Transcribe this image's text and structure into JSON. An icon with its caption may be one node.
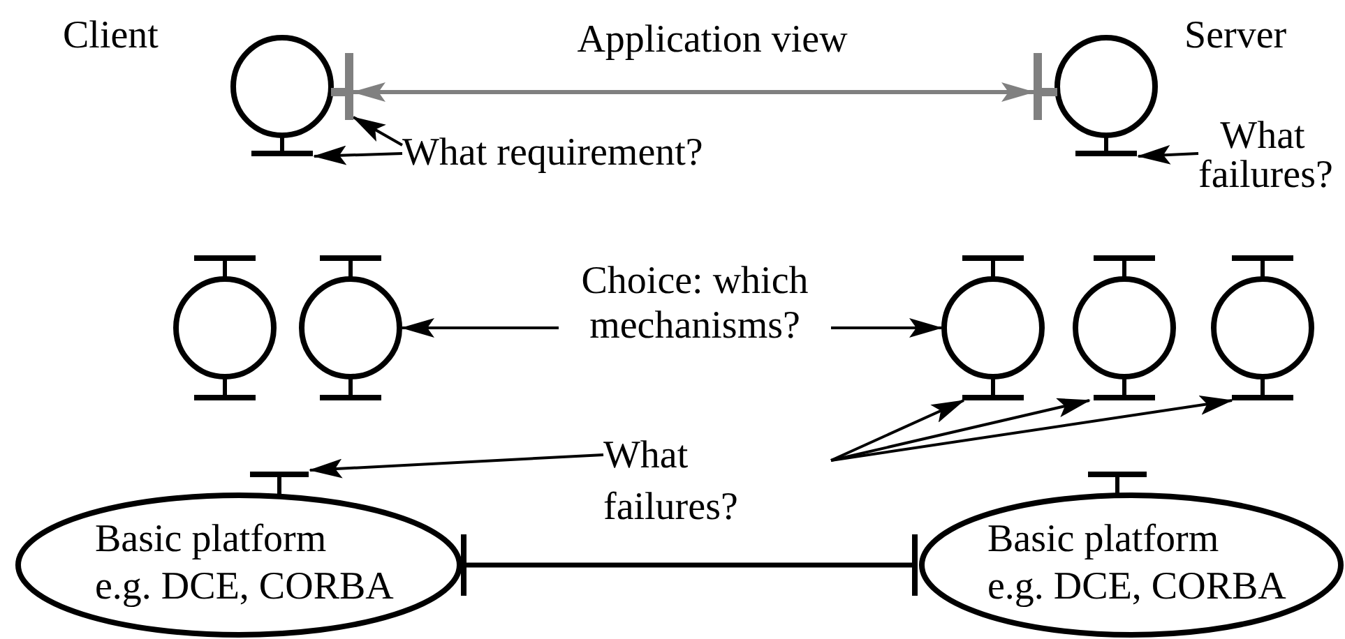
{
  "diagram": {
    "nodes": [
      {
        "text": [],
        "shape": "circle",
        "beside": [
          "Client"
        ]
      },
      {
        "text": [],
        "shape": "circle",
        "beside": [
          "Server"
        ]
      },
      {
        "text": [
          "What requirement?"
        ]
      },
      {
        "text": [
          "What failures?"
        ]
      },
      {
        "text": [],
        "shape": "circle"
      },
      {
        "text": [],
        "shape": "circle"
      },
      {
        "text": [
          "Choice: which mechanisms?"
        ]
      },
      {
        "text": [],
        "shape": "circle"
      },
      {
        "text": [],
        "shape": "circle"
      },
      {
        "text": [],
        "shape": "circle"
      },
      {
        "text": [
          "What failures?"
        ]
      },
      {
        "text": [
          "Basic platform",
          "e.g. DCE, CORBA"
        ]
      },
      {
        "text": [
          "Basic platform",
          "e.g. DCE, CORBA"
        ]
      }
    ],
    "edges": [
      {
        "from": 0,
        "to": 1,
        "arrow": "both",
        "label": "Application view",
        "color": "#808080"
      },
      {
        "from": 2,
        "to": 0,
        "arrow": "to"
      },
      {
        "from": 2,
        "to": 0,
        "arrow": "to"
      },
      {
        "from": 3,
        "to": 1,
        "arrow": "to"
      },
      {
        "from": 6,
        "to": 5,
        "arrow": "to"
      },
      {
        "from": 6,
        "to": 7,
        "arrow": "to"
      },
      {
        "from": 10,
        "to": 11,
        "arrow": "to"
      },
      {
        "from": 10,
        "to": 7,
        "arrow": "to"
      },
      {
        "from": 10,
        "to": 8,
        "arrow": "to"
      },
      {
        "from": 10,
        "to": 9,
        "arrow": "to"
      },
      {
        "from": 11,
        "to": 12,
        "arrow": "other"
      }
    ]
  }
}
